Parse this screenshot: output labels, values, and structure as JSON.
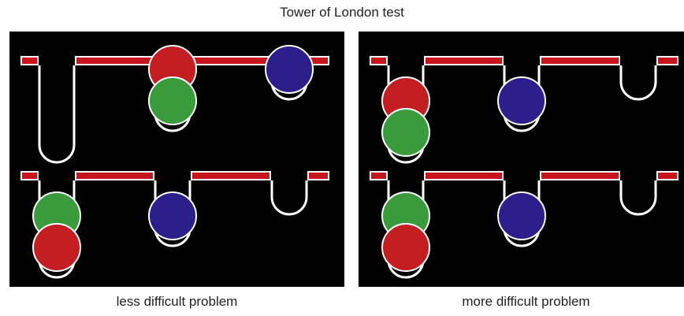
{
  "title": "Tower of London test",
  "captions": {
    "left": "less difficult problem",
    "right": "more difficult problem"
  },
  "colors": {
    "background": "#000000",
    "rod": "#c8141c",
    "outline": "#ffffff",
    "red": "#c41e23",
    "green": "#3a9b3c",
    "blue": "#2c1f8c"
  },
  "panels": [
    {
      "name": "less-difficult",
      "boards": [
        {
          "role": "start",
          "pegs": [
            [],
            [
              "red",
              "green"
            ],
            [
              "blue"
            ]
          ]
        },
        {
          "role": "goal",
          "pegs": [
            [
              "green",
              "red"
            ],
            [
              "blue"
            ],
            []
          ]
        }
      ]
    },
    {
      "name": "more-difficult",
      "boards": [
        {
          "role": "start",
          "pegs": [
            [
              "red",
              "green"
            ],
            [
              "blue"
            ],
            []
          ]
        },
        {
          "role": "goal",
          "pegs": [
            [
              "green",
              "red"
            ],
            [
              "blue"
            ],
            []
          ]
        }
      ]
    }
  ]
}
